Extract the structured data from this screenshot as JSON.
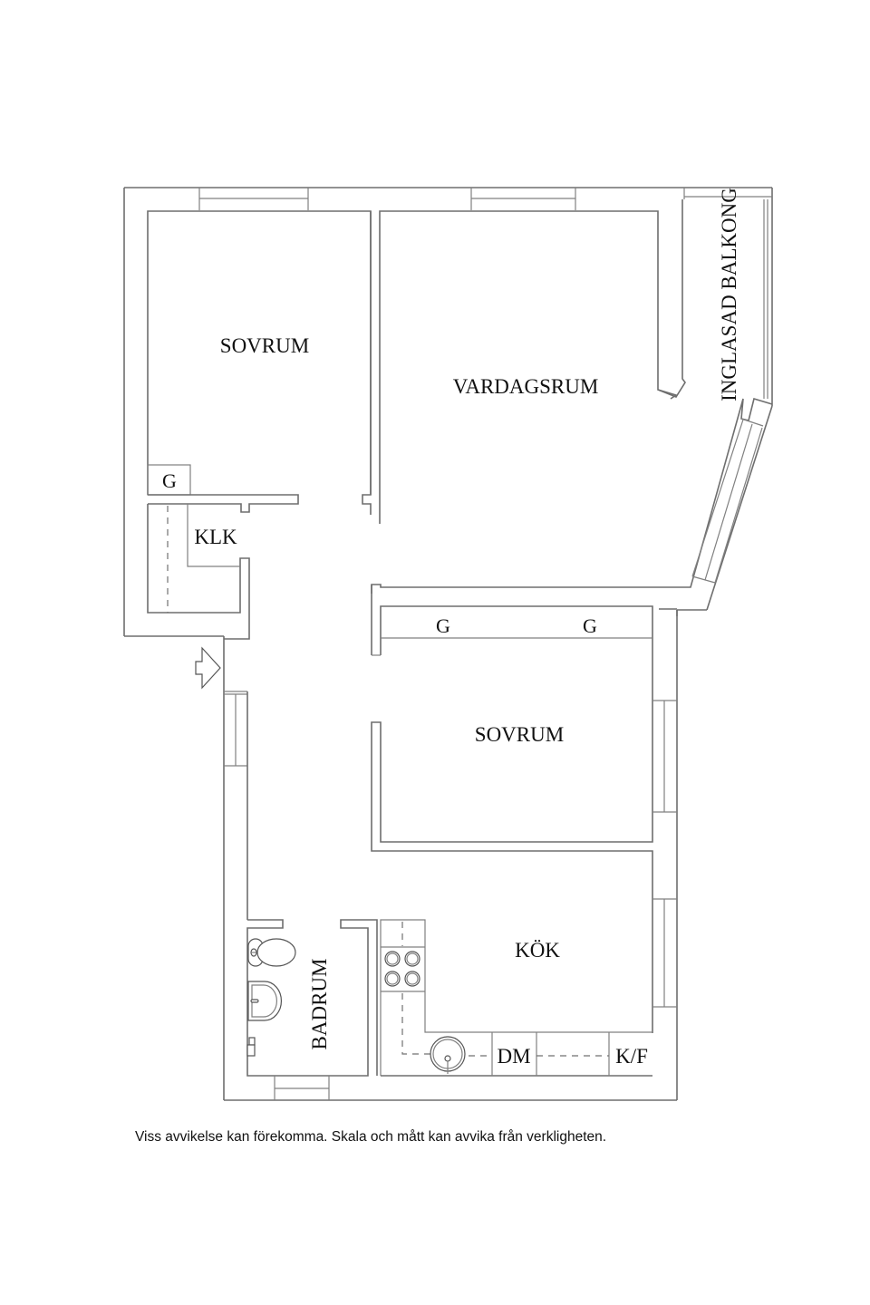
{
  "floorplan": {
    "rooms": {
      "sovrum_1": {
        "label": "SOVRUM"
      },
      "vardagsrum": {
        "label": "VARDAGSRUM"
      },
      "balkong": {
        "label": "INGLASAD BALKONG"
      },
      "klk": {
        "label": "KLK"
      },
      "sovrum_2": {
        "label": "SOVRUM"
      },
      "badrum": {
        "label": "BADRUM"
      },
      "kok": {
        "label": "KÖK"
      }
    },
    "closets": {
      "g1": "G",
      "g2": "G",
      "g3": "G"
    },
    "appliances": {
      "dishwasher": "DM",
      "fridge_freezer": "K/F"
    },
    "colors": {
      "wall_stroke": "#6e6e6e",
      "text": "#111111",
      "background": "#ffffff"
    }
  },
  "footer": {
    "disclaimer": "Viss avvikelse kan förekomma. Skala och mått kan avvika från verkligheten."
  }
}
